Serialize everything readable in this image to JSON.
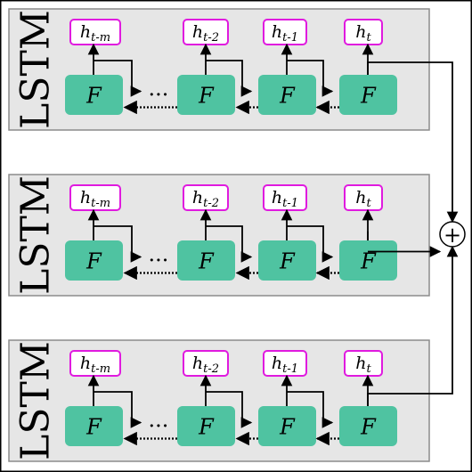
{
  "colors": {
    "panel_fill": "#e6e6e6",
    "panel_border": "#8c8c8c",
    "cell_fill": "#4fc3a1",
    "state_border": "#e01adf",
    "arrow": "#000000"
  },
  "layers": [
    {
      "label": "LSTM",
      "cell_label": "F",
      "ellipsis": "···",
      "states": [
        {
          "base": "h",
          "sub": "t-m"
        },
        {
          "base": "h",
          "sub": "t-2"
        },
        {
          "base": "h",
          "sub": "t-1"
        },
        {
          "base": "h",
          "sub": "t"
        }
      ]
    },
    {
      "label": "LSTM",
      "cell_label": "F",
      "ellipsis": "···",
      "states": [
        {
          "base": "h",
          "sub": "t-m"
        },
        {
          "base": "h",
          "sub": "t-2"
        },
        {
          "base": "h",
          "sub": "t-1"
        },
        {
          "base": "h",
          "sub": "t"
        }
      ]
    },
    {
      "label": "LSTM",
      "cell_label": "F",
      "ellipsis": "···",
      "states": [
        {
          "base": "h",
          "sub": "t-m"
        },
        {
          "base": "h",
          "sub": "t-2"
        },
        {
          "base": "h",
          "sub": "t-1"
        },
        {
          "base": "h",
          "sub": "t"
        }
      ]
    }
  ],
  "sum_node": {
    "symbol": "+"
  }
}
